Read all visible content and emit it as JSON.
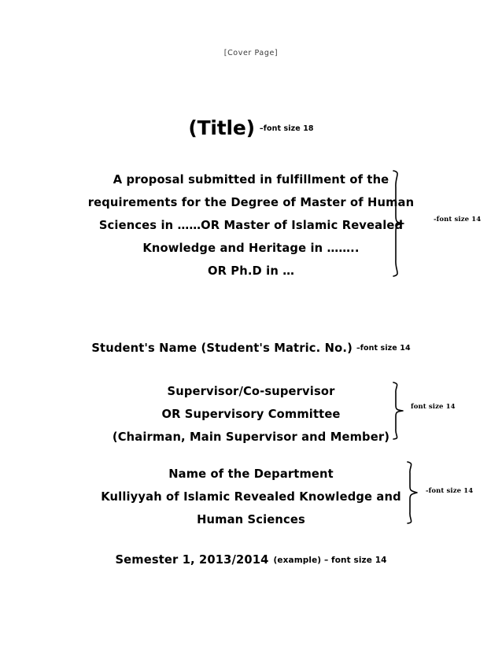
{
  "page": {
    "cover_marker": "[Cover Page]"
  },
  "title": {
    "main": "(Title)",
    "note": "–font size 18"
  },
  "proposal": {
    "lines": [
      "A proposal submitted in fulfillment of the",
      "requirements for the Degree of Master of Human",
      "Sciences in ……OR Master of Islamic Revealed",
      "Knowledge and Heritage in ……..",
      "OR Ph.D in …"
    ],
    "brace_note": "-font size 14"
  },
  "student": {
    "name_line": "Student's Name (Student's Matric. No.)",
    "note": "–font size 14"
  },
  "supervisor": {
    "lines": [
      "Supervisor/Co-supervisor",
      "OR Supervisory Committee",
      "(Chairman, Main Supervisor and Member)"
    ],
    "brace_note": "font size 14"
  },
  "department": {
    "lines": [
      "Name of the Department",
      "Kulliyyah of Islamic Revealed Knowledge and",
      "Human Sciences"
    ],
    "brace_note": "-font size 14"
  },
  "semester": {
    "line": "Semester 1, 2013/2014",
    "note": "(example) – font size 14"
  },
  "colors": {
    "background": "#ffffff",
    "text": "#000000",
    "marker_text": "#3b3b3b"
  }
}
